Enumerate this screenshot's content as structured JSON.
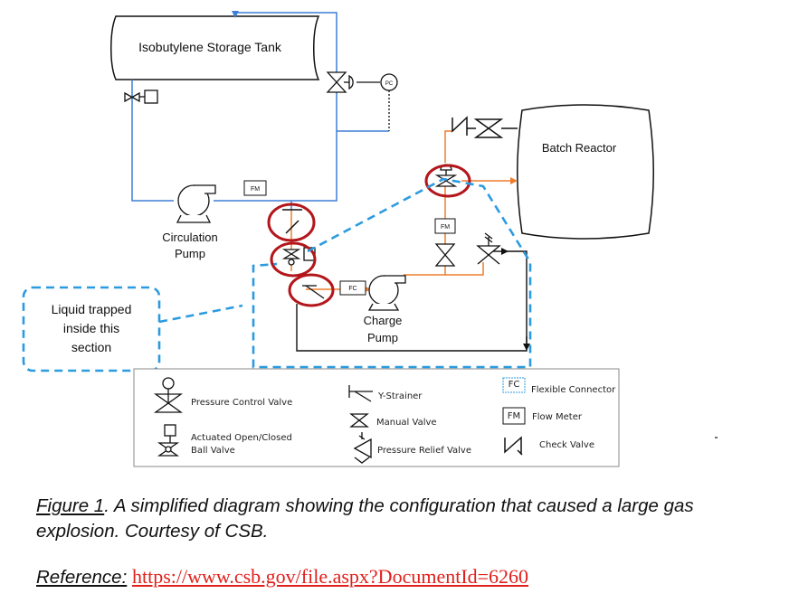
{
  "diagram": {
    "components": {
      "storage_tank": "Isobutylene Storage Tank",
      "batch_reactor": "Batch Reactor",
      "circulation_pump": [
        "Circulation",
        "Pump"
      ],
      "charge_pump": [
        "Charge",
        "Pump"
      ],
      "pc_tag": "PC",
      "fm_tag_1": "FM",
      "fm_tag_2": "FM",
      "fc_tag": "FC"
    },
    "callout": [
      "Liquid trapped",
      "inside this",
      "section"
    ],
    "colors": {
      "process_line_blue": "#3d7fd6",
      "charge_line_orange": "#ef7d2c",
      "highlight_circle": "#b3161b",
      "trapped_section_dash": "#2b9be0",
      "symbol_stroke": "#111111"
    }
  },
  "legend": {
    "pressure_control_valve": "Pressure Control Valve",
    "actuated_ball_valve": [
      "Actuated Open/Closed",
      "Ball Valve"
    ],
    "y_strainer": "Y-Strainer",
    "manual_valve": "Manual Valve",
    "pressure_relief_valve": "Pressure Relief Valve",
    "flexible_connector": "Flexible Connector",
    "flexible_connector_tag": "FC",
    "flow_meter": "Flow Meter",
    "flow_meter_tag": "FM",
    "check_valve": "Check Valve"
  },
  "caption": {
    "figure_label": "Figure 1",
    "text": ". A simplified diagram showing the configuration that caused a large gas explosion. Courtesy of CSB."
  },
  "reference": {
    "label": "Reference:",
    "url": "https://www.csb.gov/file.aspx?DocumentId=6260"
  }
}
